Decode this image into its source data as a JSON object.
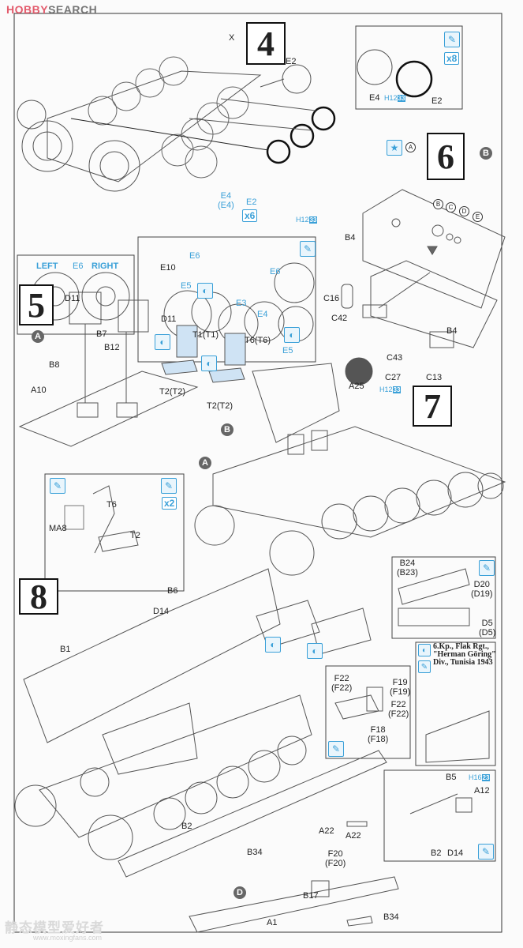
{
  "header": {
    "logo_hobby": "HOBBY",
    "logo_search": "SEARCH"
  },
  "steps": {
    "s4": "4",
    "s5": "5",
    "s6": "6",
    "s7": "7",
    "s8": "8"
  },
  "step4": {
    "x": "X",
    "e2_a": "E2",
    "e4_inset": "E4",
    "h12_inset": "H12",
    "h12_inset_num": "33",
    "e2_inset": "E2",
    "x8": "x8",
    "e4_pair": "E4\n(E4)",
    "e2_blue": "E2",
    "x6": "x6",
    "h12": "H12",
    "h12_num": "33",
    "left": "LEFT",
    "e6_lr": "E6",
    "right": "RIGHT",
    "e10": "E10",
    "e6_a": "E6",
    "e5_a": "E5",
    "e3": "E3",
    "e4_b": "E4",
    "e6_b": "E6",
    "e5_b": "E5"
  },
  "step6": {
    "a": "A",
    "b_circle": "B",
    "b": "B",
    "c": "C",
    "d": "D",
    "e": "E",
    "b4_a": "B4",
    "c42": "C42",
    "b4_b": "B4",
    "c16": "C16",
    "c43": "C43",
    "c27": "C27",
    "h12": "H12",
    "h12_num": "33",
    "c13": "C13"
  },
  "step5": {
    "a_circle": "A",
    "d11_a": "D11",
    "d11_b": "D11",
    "b7": "B7",
    "b12": "B12",
    "b8": "B8",
    "a10": "A10",
    "t1": "T1(T1)",
    "t6": "T6(T6)",
    "t2_a": "T2(T2)",
    "t2_b": "T2(T2)",
    "t6_inset": "T6",
    "ma8": "MA8",
    "t2_inset": "T2",
    "x2": "x2"
  },
  "step7": {
    "a25": "A25",
    "b_circle": "B",
    "a_circle": "A"
  },
  "step8": {
    "b6": "B6",
    "d14_a": "D14",
    "b1": "B1",
    "b24": "B24\n(B23)",
    "d20": "D20\n(D19)",
    "d5": "D5\n(D5)",
    "unit": "6.Kp., Flak Rgt.,\n\"Herman Göring\"\nDiv., Tunisia 1943",
    "f22_a": "F22\n(F22)",
    "f19": "F19\n(F19)",
    "f22_b": "F22\n(F22)",
    "f18": "F18\n(F18)",
    "b5": "B5",
    "h16": "H16",
    "h16_num": "23",
    "a12": "A12",
    "b2_inset": "B2",
    "d14_b": "D14",
    "b2": "B2",
    "a22_a": "A22",
    "a22_b": "A22",
    "f20": "F20\n(F20)",
    "b34_a": "B34",
    "d_circle": "D",
    "b17": "B17",
    "a1": "A1",
    "b34_b": "B34"
  },
  "footer": {
    "watermark": "静态模型爱好者",
    "url": "www.moxingfans.com"
  },
  "colors": {
    "accent": "#3aa0d8",
    "logo": "#e35b6c"
  }
}
